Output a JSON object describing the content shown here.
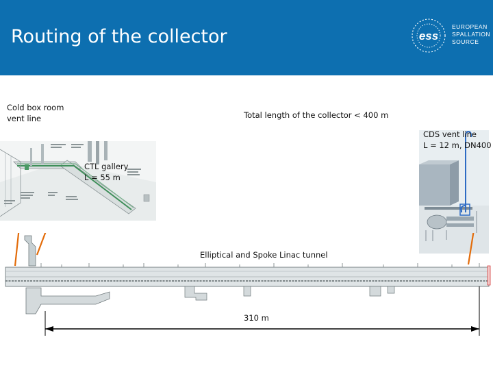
{
  "slide": {
    "title": "Routing of the collector",
    "logo": {
      "line1": "EUROPEAN",
      "line2": "SPALLATION",
      "line3": "SOURCE",
      "mark": "ess"
    }
  },
  "labels": {
    "cold_box_line1": "Cold box room",
    "cold_box_line2": "vent line",
    "total_length": "Total length of the collector < 400 m",
    "cds_line1": "CDS vent line",
    "cds_line2": "L = 12 m, DN400",
    "ctl_line1": "CTL gallery",
    "ctl_line2": "L = 55 m",
    "tunnel": "Elliptical and Spoke Linac tunnel",
    "distance": "310 m"
  },
  "colors": {
    "header_blue": "#0d6fb0",
    "arrow_orange": "#e36c0a",
    "text": "#111111"
  }
}
